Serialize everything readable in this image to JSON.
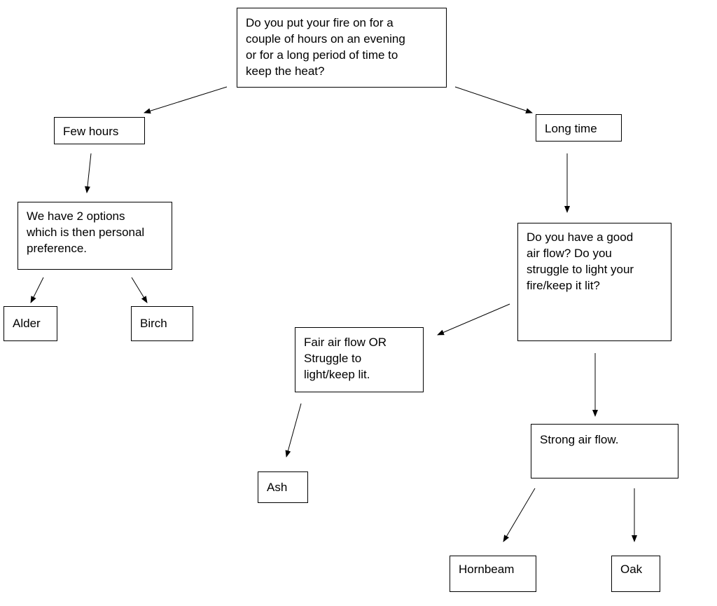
{
  "nodes": {
    "q1": "Do you put your fire on for a\ncouple of hours on an evening\nor for a long period of time to\nkeep the heat?",
    "few_hours": "Few hours",
    "long_time": "Long time",
    "two_options": "We have 2 options\nwhich is then personal\npreference.",
    "alder": "Alder",
    "birch": "Birch",
    "q2": "Do you have a good\nair flow? Do you\nstruggle to light your\nfire/keep it lit?",
    "fair_air": "Fair air flow OR\nStruggle to\nlight/keep lit.",
    "ash": "Ash",
    "strong_air": "Strong air flow.",
    "hornbeam": "Hornbeam",
    "oak": "Oak"
  },
  "colors": {
    "line": "#000000",
    "box_border": "#000000",
    "background": "#ffffff"
  }
}
